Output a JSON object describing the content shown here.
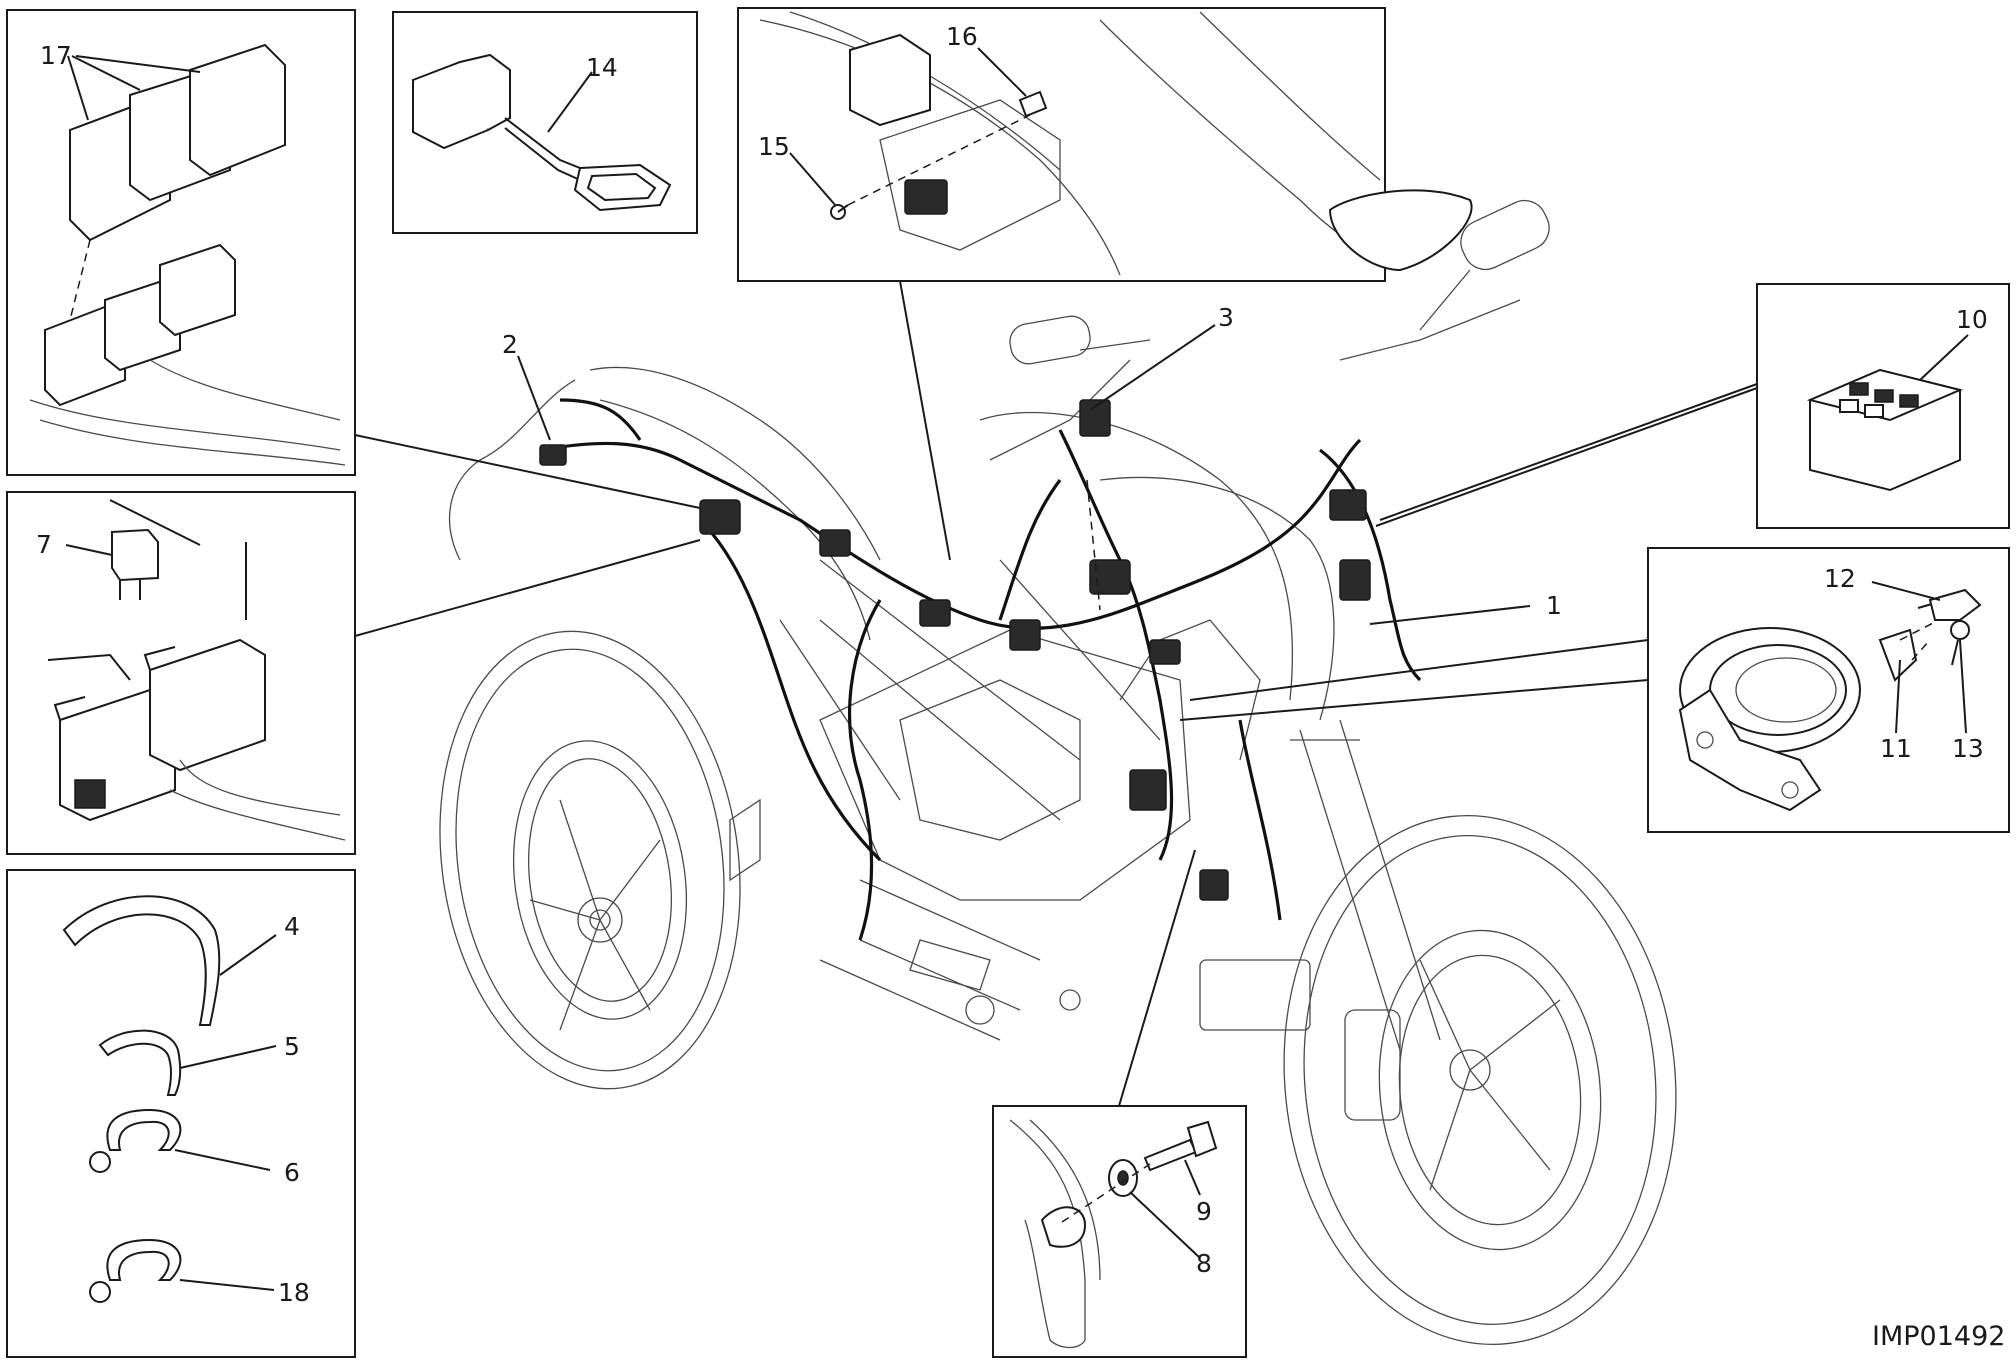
{
  "image_code": "IMP01492",
  "callouts": [
    {
      "id": "17",
      "label": "17"
    },
    {
      "id": "14",
      "label": "14"
    },
    {
      "id": "16",
      "label": "16"
    },
    {
      "id": "15",
      "label": "15"
    },
    {
      "id": "2",
      "label": "2"
    },
    {
      "id": "3",
      "label": "3"
    },
    {
      "id": "10",
      "label": "10"
    },
    {
      "id": "7",
      "label": "7"
    },
    {
      "id": "12",
      "label": "12"
    },
    {
      "id": "1",
      "label": "1"
    },
    {
      "id": "11",
      "label": "11"
    },
    {
      "id": "13",
      "label": "13"
    },
    {
      "id": "4",
      "label": "4"
    },
    {
      "id": "5",
      "label": "5"
    },
    {
      "id": "6",
      "label": "6"
    },
    {
      "id": "18",
      "label": "18"
    },
    {
      "id": "9",
      "label": "9"
    },
    {
      "id": "8",
      "label": "8"
    }
  ],
  "icons": [
    "relay-icon",
    "connector-icon",
    "fuse-icon",
    "cable-tie-icon",
    "clamp-icon",
    "bolt-icon",
    "washer-icon",
    "motorcycle-icon"
  ]
}
